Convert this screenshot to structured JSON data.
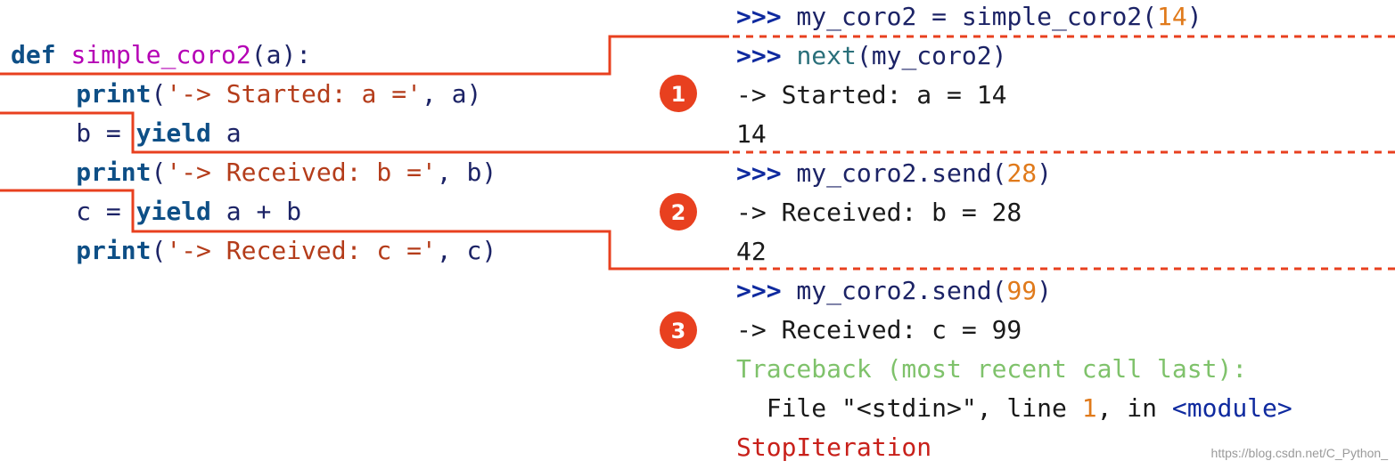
{
  "colors": {
    "keyword": "#0e4f86",
    "funcname": "#b500b5",
    "ident": "#1c2366",
    "string": "#b43c1a",
    "prompt": "#0f2a9f",
    "number": "#e07a1b",
    "output": "#1a1a1a",
    "traceback": "#7fc26b",
    "error": "#c8201a",
    "line": "#e8401f",
    "builtin": "#2a6f7a",
    "watermark": "#9a9a9a"
  },
  "code": {
    "lines": [
      {
        "indent": 0,
        "tokens": [
          {
            "t": "def",
            "c": "keyword",
            "b": true
          },
          {
            "t": " ",
            "c": "ident"
          },
          {
            "t": "simple_coro2",
            "c": "funcname"
          },
          {
            "t": "(a):",
            "c": "ident"
          }
        ]
      },
      {
        "indent": 4,
        "tokens": [
          {
            "t": "print",
            "c": "keyword",
            "b": true
          },
          {
            "t": "(",
            "c": "ident"
          },
          {
            "t": "'-> Started: a ='",
            "c": "string"
          },
          {
            "t": ", a)",
            "c": "ident"
          }
        ]
      },
      {
        "indent": 4,
        "tokens": [
          {
            "t": "b = ",
            "c": "ident"
          },
          {
            "t": "yield",
            "c": "keyword",
            "b": true
          },
          {
            "t": " a",
            "c": "ident"
          }
        ]
      },
      {
        "indent": 4,
        "tokens": [
          {
            "t": "print",
            "c": "keyword",
            "b": true
          },
          {
            "t": "(",
            "c": "ident"
          },
          {
            "t": "'-> Received: b ='",
            "c": "string"
          },
          {
            "t": ", b)",
            "c": "ident"
          }
        ]
      },
      {
        "indent": 4,
        "tokens": [
          {
            "t": "c = ",
            "c": "ident"
          },
          {
            "t": "yield",
            "c": "keyword",
            "b": true
          },
          {
            "t": " a + b",
            "c": "ident"
          }
        ]
      },
      {
        "indent": 4,
        "tokens": [
          {
            "t": "print",
            "c": "keyword",
            "b": true
          },
          {
            "t": "(",
            "c": "ident"
          },
          {
            "t": "'-> Received: c ='",
            "c": "string"
          },
          {
            "t": ", c)",
            "c": "ident"
          }
        ]
      }
    ]
  },
  "console": {
    "lines": [
      {
        "tokens": [
          {
            "t": ">>>",
            "c": "prompt",
            "b": true
          },
          {
            "t": " my_coro2 = simple_coro2(",
            "c": "ident"
          },
          {
            "t": "14",
            "c": "number"
          },
          {
            "t": ")",
            "c": "ident"
          }
        ]
      },
      {
        "tokens": [
          {
            "t": ">>>",
            "c": "prompt",
            "b": true
          },
          {
            "t": " ",
            "c": "ident"
          },
          {
            "t": "next",
            "c": "builtin"
          },
          {
            "t": "(my_coro2)",
            "c": "ident"
          }
        ]
      },
      {
        "tokens": [
          {
            "t": "-> Started: a = 14",
            "c": "output"
          }
        ]
      },
      {
        "tokens": [
          {
            "t": "14",
            "c": "output"
          }
        ]
      },
      {
        "tokens": [
          {
            "t": ">>>",
            "c": "prompt",
            "b": true
          },
          {
            "t": " my_coro2.send(",
            "c": "ident"
          },
          {
            "t": "28",
            "c": "number"
          },
          {
            "t": ")",
            "c": "ident"
          }
        ]
      },
      {
        "tokens": [
          {
            "t": "-> Received: b = 28",
            "c": "output"
          }
        ]
      },
      {
        "tokens": [
          {
            "t": "42",
            "c": "output"
          }
        ]
      },
      {
        "tokens": [
          {
            "t": ">>>",
            "c": "prompt",
            "b": true
          },
          {
            "t": " my_coro2.send(",
            "c": "ident"
          },
          {
            "t": "99",
            "c": "number"
          },
          {
            "t": ")",
            "c": "ident"
          }
        ]
      },
      {
        "tokens": [
          {
            "t": "-> Received: c = 99",
            "c": "output"
          }
        ]
      },
      {
        "tokens": [
          {
            "t": "Traceback (most recent call last):",
            "c": "traceback"
          }
        ]
      },
      {
        "tokens": [
          {
            "t": "  File \"<stdin>\", line ",
            "c": "output"
          },
          {
            "t": "1",
            "c": "number"
          },
          {
            "t": ", in ",
            "c": "output"
          },
          {
            "t": "<module>",
            "c": "prompt"
          }
        ]
      },
      {
        "tokens": [
          {
            "t": "StopIteration",
            "c": "error"
          }
        ]
      }
    ]
  },
  "badges": [
    {
      "label": "1"
    },
    {
      "label": "2"
    },
    {
      "label": "3"
    }
  ],
  "watermark": "https://blog.csdn.net/C_Python_"
}
